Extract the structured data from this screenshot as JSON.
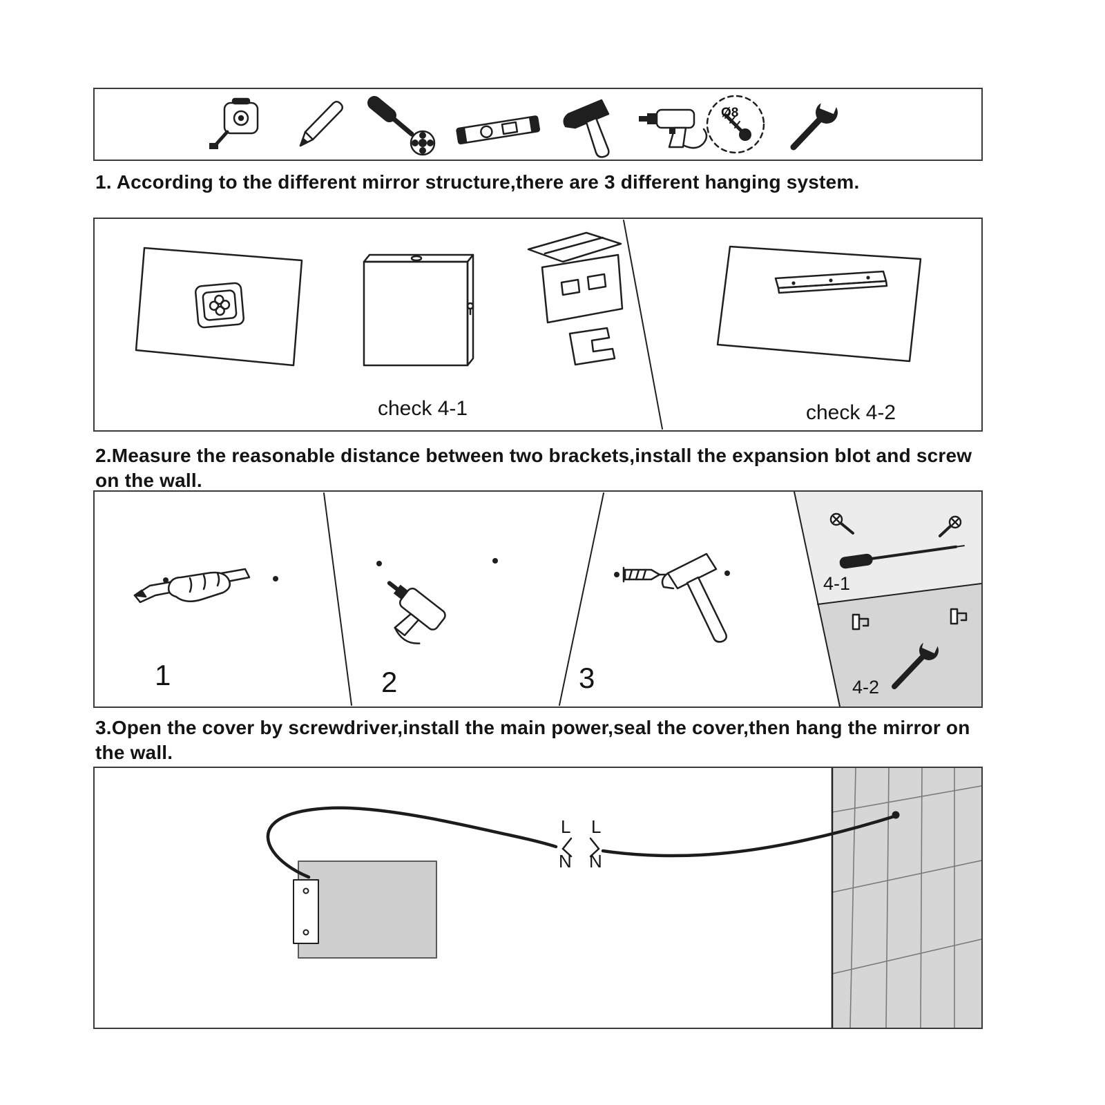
{
  "colors": {
    "ink": "#1f1f1f",
    "panel_border": "#3a3a3a",
    "region_41_bg": "#ececec",
    "region_42_bg": "#d5d5d5",
    "tile_bg": "#d6d6d6",
    "driver_box_bg": "#cfcfcf"
  },
  "tools_panel": {
    "icons": [
      "tape-measure",
      "pencil",
      "phillips-screwdriver",
      "spirit-level",
      "hammer",
      "power-drill",
      "drill-bit-gauge",
      "wrench"
    ],
    "drill_bit_label": "Ø8"
  },
  "steps": {
    "step1": {
      "heading": "1. According to the different mirror structure,there are 3 different hanging system."
    },
    "step2": {
      "heading_line1": "2.Measure the reasonable distance between two brackets,install the expansion blot and screw",
      "heading_line2": "on the wall."
    },
    "step3": {
      "heading_line1": "3.Open the cover by screwdriver,install the main power,seal the cover,then hang the mirror on",
      "heading_line2": "the wall."
    }
  },
  "hanging_systems_panel": {
    "check_label_41": "check 4-1",
    "check_label_42": "check 4-2"
  },
  "mounting_panel": {
    "substep_labels": [
      "1",
      "2",
      "3"
    ],
    "variant_label_41": "4-1",
    "variant_label_42": "4-2"
  },
  "wiring_panel": {
    "live_label": "L",
    "neutral_label": "N"
  }
}
